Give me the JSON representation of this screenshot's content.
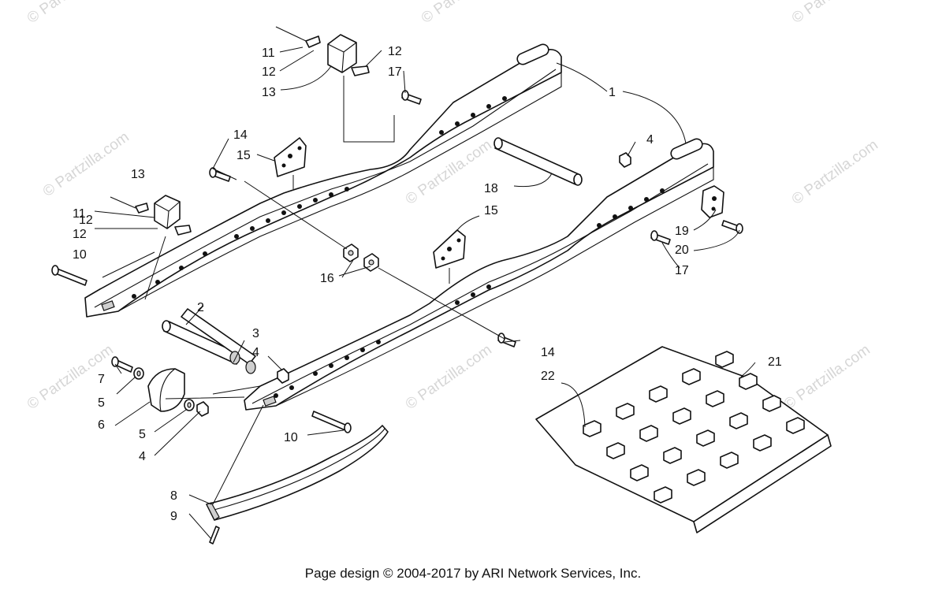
{
  "watermark": "© Partzilla.com",
  "footer": "Page design © 2004-2017 by ARI Network Services, Inc.",
  "callouts": [
    "1",
    "2",
    "3",
    "4",
    "4",
    "4",
    "5",
    "5",
    "6",
    "7",
    "8",
    "9",
    "10",
    "10",
    "11",
    "11",
    "12",
    "12",
    "12",
    "12",
    "13",
    "13",
    "14",
    "14",
    "15",
    "15",
    "16",
    "17",
    "17",
    "18",
    "19",
    "20",
    "21",
    "22"
  ]
}
